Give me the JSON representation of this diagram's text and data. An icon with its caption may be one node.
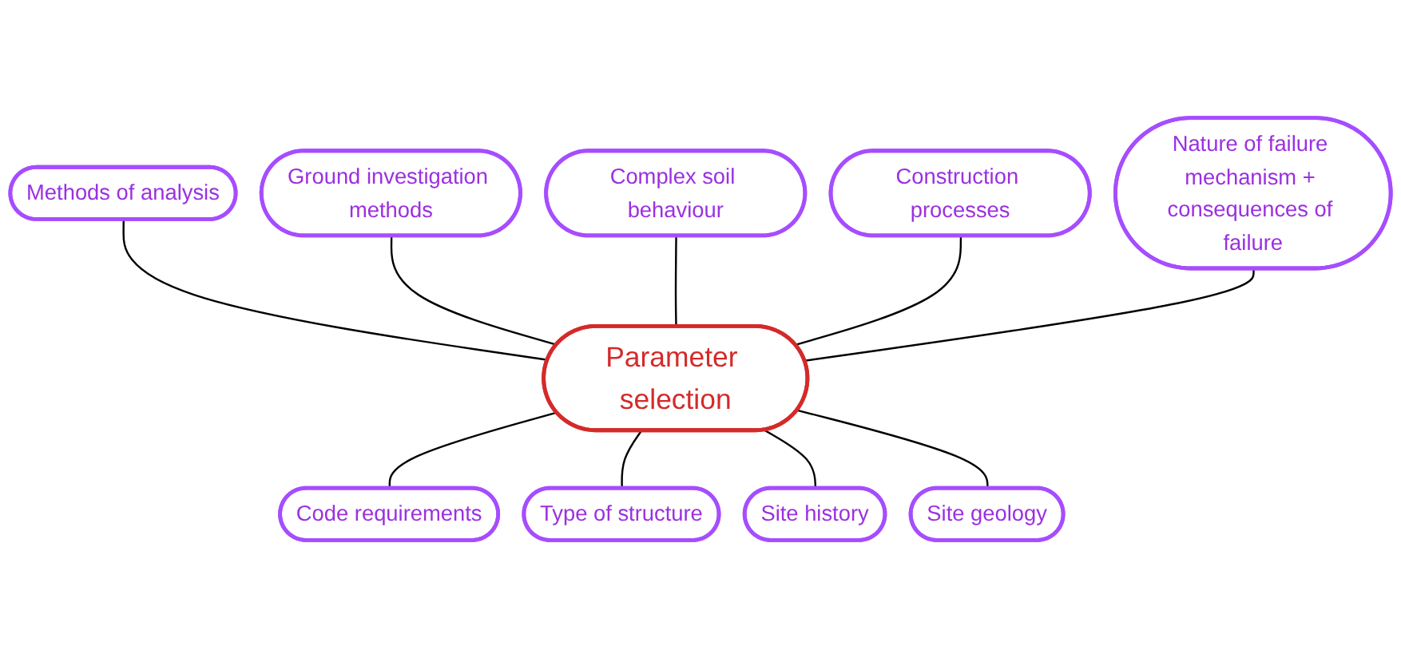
{
  "diagram": {
    "nodes": [
      {
        "text": [
          "Methods of analysis"
        ]
      },
      {
        "text": [
          "Ground investigation methods"
        ]
      },
      {
        "text": [
          "Complex soil behaviour"
        ]
      },
      {
        "text": [
          "Construction processes"
        ]
      },
      {
        "text": [
          "Nature of failure mechanism + consequences of failure"
        ]
      },
      {
        "text": [
          "Parameter selection"
        ]
      },
      {
        "text": [
          "Code requirements"
        ]
      },
      {
        "text": [
          "Type of structure"
        ]
      },
      {
        "text": [
          "Site history"
        ]
      },
      {
        "text": [
          "Site geology"
        ]
      }
    ],
    "edges": [
      {
        "from": 0,
        "to": 5,
        "arrow": "none"
      },
      {
        "from": 1,
        "to": 5,
        "arrow": "none"
      },
      {
        "from": 2,
        "to": 5,
        "arrow": "none"
      },
      {
        "from": 3,
        "to": 5,
        "arrow": "none"
      },
      {
        "from": 4,
        "to": 5,
        "arrow": "none"
      },
      {
        "from": 5,
        "to": 6,
        "arrow": "none"
      },
      {
        "from": 5,
        "to": 7,
        "arrow": "none"
      },
      {
        "from": 5,
        "to": 8,
        "arrow": "none"
      },
      {
        "from": 5,
        "to": 9,
        "arrow": "none"
      }
    ]
  }
}
